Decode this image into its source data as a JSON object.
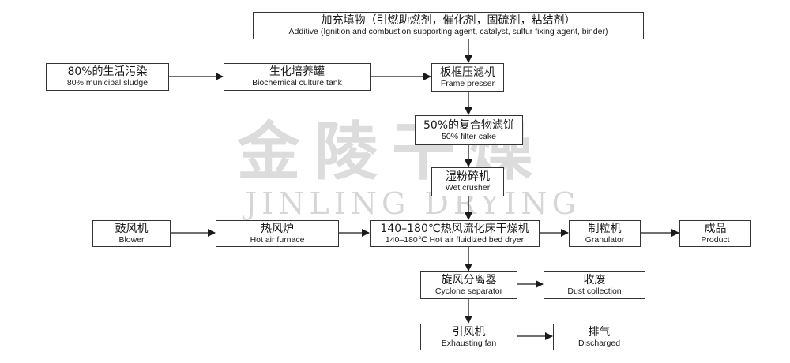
{
  "watermark": {
    "cn": "金陵干燥",
    "en": "JINLING DRYING"
  },
  "nodes": {
    "additive": {
      "cn": "加充填物（引燃助燃剂，催化剂，固硫剂，粘结剂）",
      "en": "Additive (Ignition and combustion supporting agent, catalyst, sulfur fixing agent, binder)"
    },
    "sludge": {
      "cn": "80%的生活污染",
      "en": "80% municipal sludge"
    },
    "biochem": {
      "cn": "生化培养罐",
      "en": "Biochemical culture tank"
    },
    "press": {
      "cn": "板框压滤机",
      "en": "Frame presser"
    },
    "cake": {
      "cn": "50%的复合物滤饼",
      "en": "50% filter cake"
    },
    "crusher": {
      "cn": "湿粉碎机",
      "en": "Wet crusher"
    },
    "blower": {
      "cn": "鼓风机",
      "en": "Blower"
    },
    "furnace": {
      "cn": "热风炉",
      "en": "Hot air furnace"
    },
    "dryer": {
      "cn": "140–180℃热风流化床干燥机",
      "en": "140–180℃ Hot air fluidized bed dryer"
    },
    "granulator": {
      "cn": "制粒机",
      "en": "Granulator"
    },
    "product": {
      "cn": "成品",
      "en": "Product"
    },
    "cyclone": {
      "cn": "旋风分离器",
      "en": "Cyclone separator"
    },
    "dust": {
      "cn": "收废",
      "en": "Dust collection"
    },
    "fan": {
      "cn": "引风机",
      "en": "Exhausting fan"
    },
    "discharged": {
      "cn": "排气",
      "en": "Discharged"
    }
  }
}
